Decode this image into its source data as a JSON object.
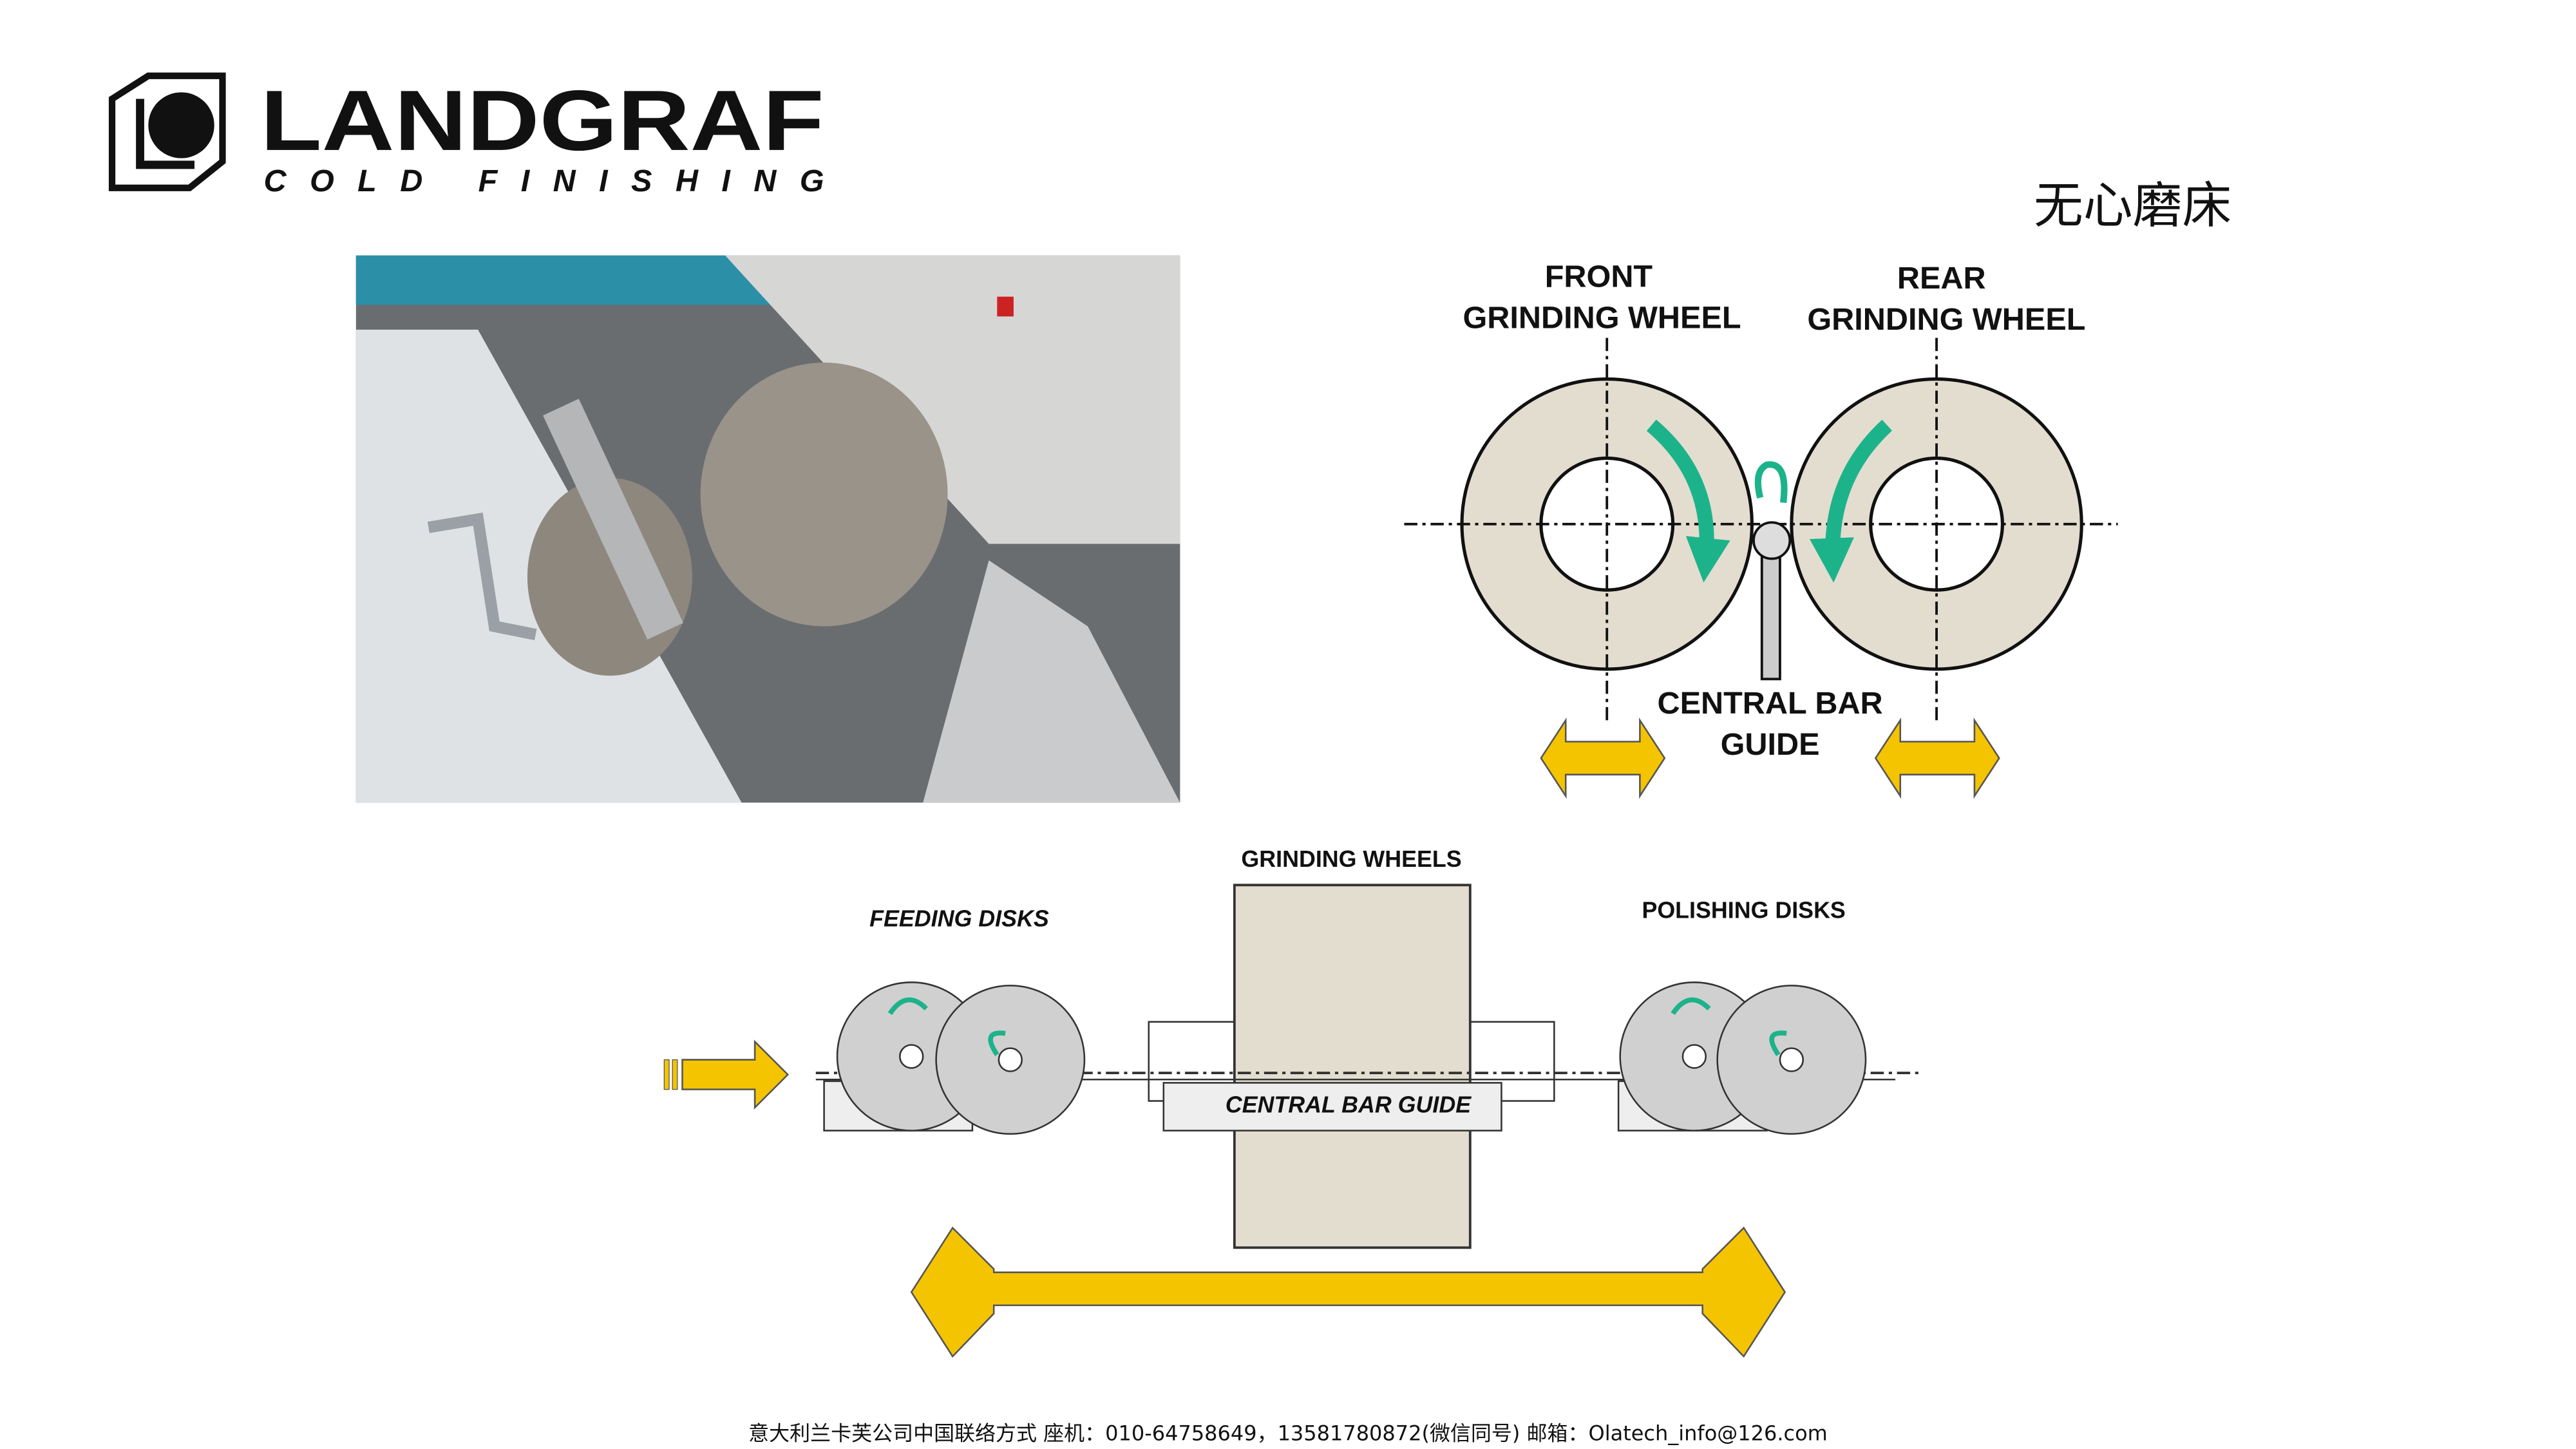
{
  "logo": {
    "brand": "LANDGRAF",
    "tagline": "COLD FINISHING"
  },
  "title": "无心磨床",
  "top_diagram": {
    "front_label_1": "FRONT",
    "front_label_2": "GRINDING WHEEL",
    "rear_label_1": "REAR",
    "rear_label_2": "GRINDING WHEEL",
    "guide_label_1": "CENTRAL BAR",
    "guide_label_2": "GUIDE"
  },
  "bottom_diagram": {
    "grinding_wheels": "GRINDING WHEELS",
    "feeding_disks": "FEEDING DISKS",
    "polishing_disks": "POLISHING DISKS",
    "central_bar_guide": "CENTRAL BAR GUIDE"
  },
  "colors": {
    "arrow_yellow": "#F5C400",
    "rotation_green": "#1DB38A",
    "wheel": "#E3DDD0"
  },
  "footer": "意大利兰卡芙公司中国联络方式  座机：010-64758649，13581780872(微信同号)  邮箱：Olatech_info@126.com"
}
